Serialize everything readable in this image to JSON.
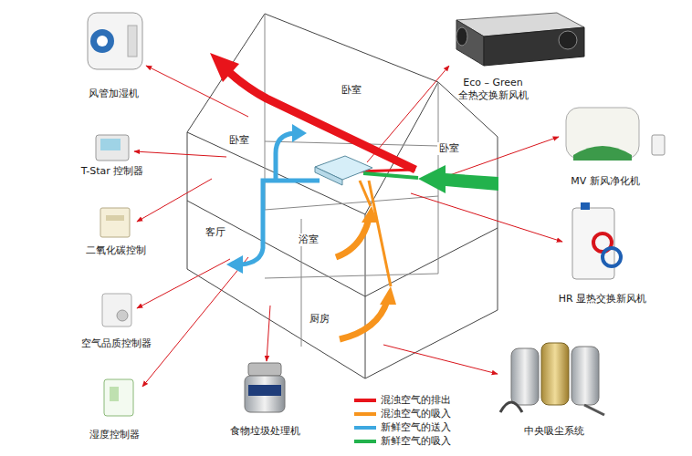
{
  "diagram": {
    "labels": [
      "风管加湿机",
      "T-Star 控制器",
      "二氧化碳控制",
      "空气品质控制器",
      "湿度控制器",
      "食物垃圾处理机",
      "Eco – Green 全热交换新风机",
      "MV 新风净化机",
      "HR 显热交换新风机",
      "中央吸尘系统",
      "卧室",
      "卧室",
      "卧室",
      "客厅",
      "浴室",
      "厨房"
    ],
    "legend": [
      {
        "text": "混浊空气的排出",
        "color": "#e8141b"
      },
      {
        "text": "混浊空气的吸入",
        "color": "#f7941d"
      },
      {
        "text": "新鲜空气的送入",
        "color": "#3ea8e0"
      },
      {
        "text": "新鲜空气的吸入",
        "color": "#22b24c"
      }
    ]
  }
}
